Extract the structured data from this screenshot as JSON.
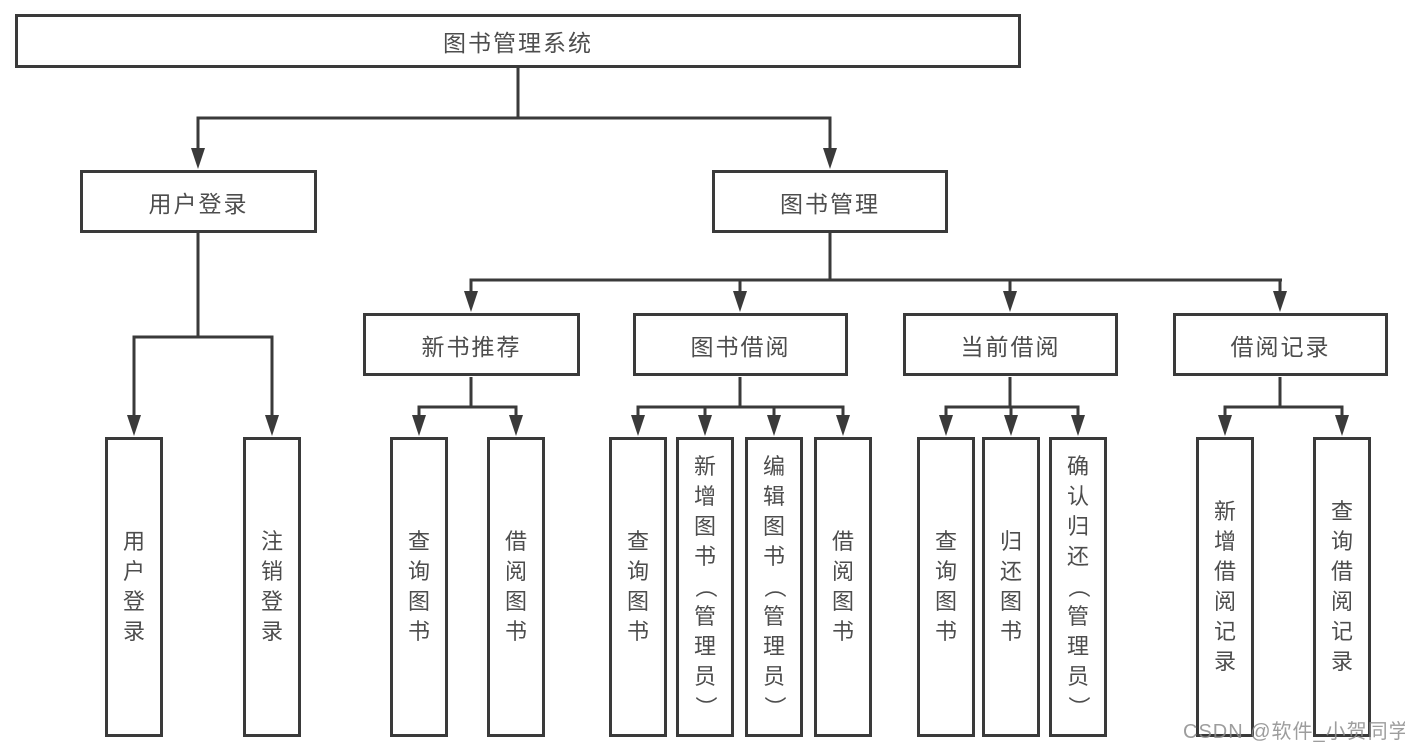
{
  "tree": {
    "label": "图书管理系统",
    "children": [
      {
        "label": "用户登录",
        "children": [
          {
            "label": "用户登录"
          },
          {
            "label": "注销登录"
          }
        ]
      },
      {
        "label": "图书管理",
        "children": [
          {
            "label": "新书推荐",
            "children": [
              {
                "label": "查询图书"
              },
              {
                "label": "借阅图书"
              }
            ]
          },
          {
            "label": "图书借阅",
            "children": [
              {
                "label": "查询图书"
              },
              {
                "label": "新增图书（管理员）"
              },
              {
                "label": "编辑图书（管理员）"
              },
              {
                "label": "借阅图书"
              }
            ]
          },
          {
            "label": "当前借阅",
            "children": [
              {
                "label": "查询图书"
              },
              {
                "label": "归还图书"
              },
              {
                "label": "确认归还（管理员）"
              }
            ]
          },
          {
            "label": "借阅记录",
            "children": [
              {
                "label": "新增借阅记录"
              },
              {
                "label": "查询借阅记录"
              }
            ]
          }
        ]
      }
    ]
  },
  "watermark": "CSDN @软件_小贺同学",
  "colors": {
    "line": "#3a3a3a",
    "text": "#4d4d4d",
    "watermark": "#8c8c8c",
    "background": "#ffffff"
  }
}
